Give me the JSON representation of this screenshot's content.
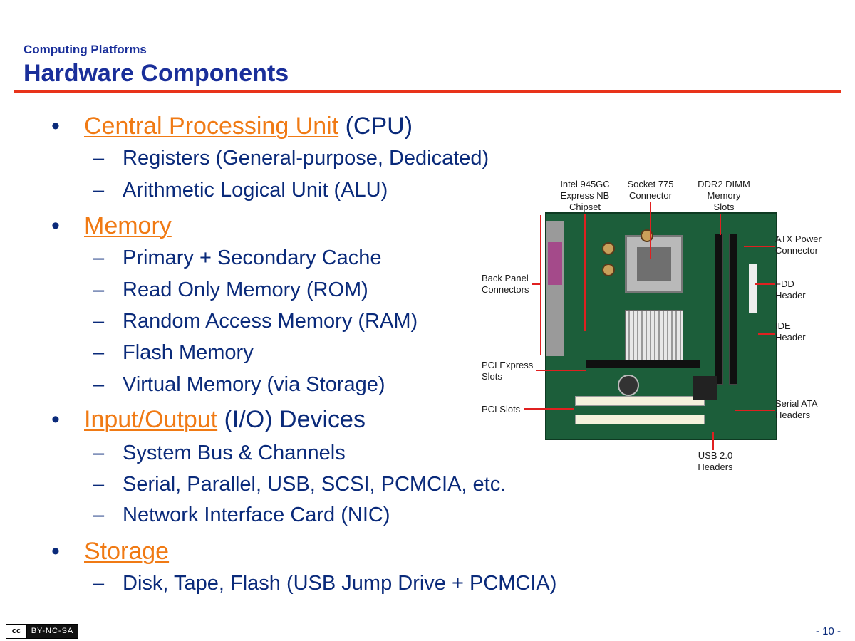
{
  "header": {
    "supertitle": "Computing Platforms",
    "title": "Hardware Components"
  },
  "outline": [
    {
      "link": "Central Processing Unit",
      "rest": " (CPU)",
      "subs": [
        "Registers (General-purpose, Dedicated)",
        "Arithmetic Logical Unit (ALU)"
      ]
    },
    {
      "link": "Memory",
      "rest": "",
      "subs": [
        "Primary + Secondary Cache",
        "Read Only Memory (ROM)",
        "Random Access Memory (RAM)",
        "Flash Memory",
        "Virtual Memory (via Storage)"
      ]
    },
    {
      "link": "Input/Output",
      "rest": " (I/O) Devices",
      "subs": [
        "System Bus & Channels",
        "Serial, Parallel, USB, SCSI, PCMCIA, etc.",
        "Network Interface Card (NIC)"
      ]
    },
    {
      "link": "Storage",
      "rest": "",
      "subs": [
        "Disk, Tape, Flash (USB Jump Drive + PCMCIA)"
      ]
    }
  ],
  "bullet_glyph": "•",
  "dash_glyph": "–",
  "motherboard": {
    "labels": {
      "chipset": "Intel 945GC\nExpress NB\nChipset",
      "socket": "Socket 775\nConnector",
      "dimm": "DDR2 DIMM\nMemory\nSlots",
      "atx": "ATX Power\nConnector",
      "backpanel": "Back Panel\nConnectors",
      "fdd": "FDD\nHeader",
      "ide": "IDE\nHeader",
      "pcie": "PCI Express\nSlots",
      "pci": "PCI Slots",
      "sata": "Serial ATA\nHeaders",
      "usb": "USB 2.0\nHeaders"
    }
  },
  "footer": {
    "cc": "cc",
    "license": "BY-NC-SA",
    "page": "- 10 -"
  },
  "colors": {
    "title": "#1a2f9a",
    "body_text": "#0a2a7a",
    "link": "#f07a14",
    "rule": "#e8331a",
    "callout": "#e02020"
  }
}
